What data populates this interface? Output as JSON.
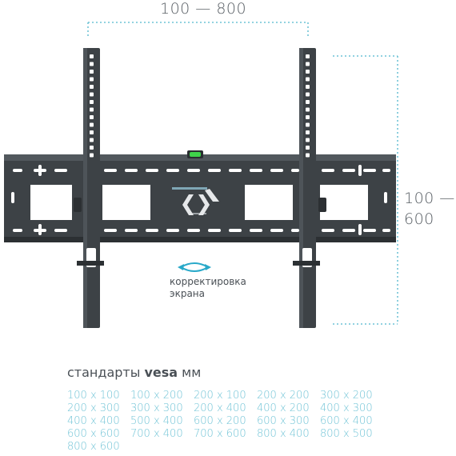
{
  "dimensions": {
    "width_range": "100 — 800",
    "height_range_line1": "100 —",
    "height_range_line2": "600"
  },
  "adjust_label": {
    "line1": "корректировка",
    "line2": "экрана"
  },
  "vesa": {
    "heading_prefix": "стандарты ",
    "heading_bold": "vesa",
    "heading_suffix": " мм",
    "sizes": [
      "100 x 100",
      "100 x 200",
      "200 x 100",
      "200 x 200",
      "300 x 200",
      "200 x 300",
      "300 x 300",
      "200 x 400",
      "400 x 200",
      "400 x 300",
      "400 x 400",
      "500 x 400",
      "600 x 200",
      "600 x 300",
      "600 x 400",
      "600 x 600",
      "700 x 400",
      "700 x 600",
      "800 x 400",
      "800 x 500",
      "800 x 600"
    ]
  },
  "colors": {
    "accent": "#6fc3d6",
    "bracket": "#3d4246",
    "bracket_dark": "#2c3033",
    "level": "#3fd34a"
  },
  "icons": [
    "rotate-arrows-icon",
    "chevron-logo-icon",
    "spirit-level-icon"
  ]
}
